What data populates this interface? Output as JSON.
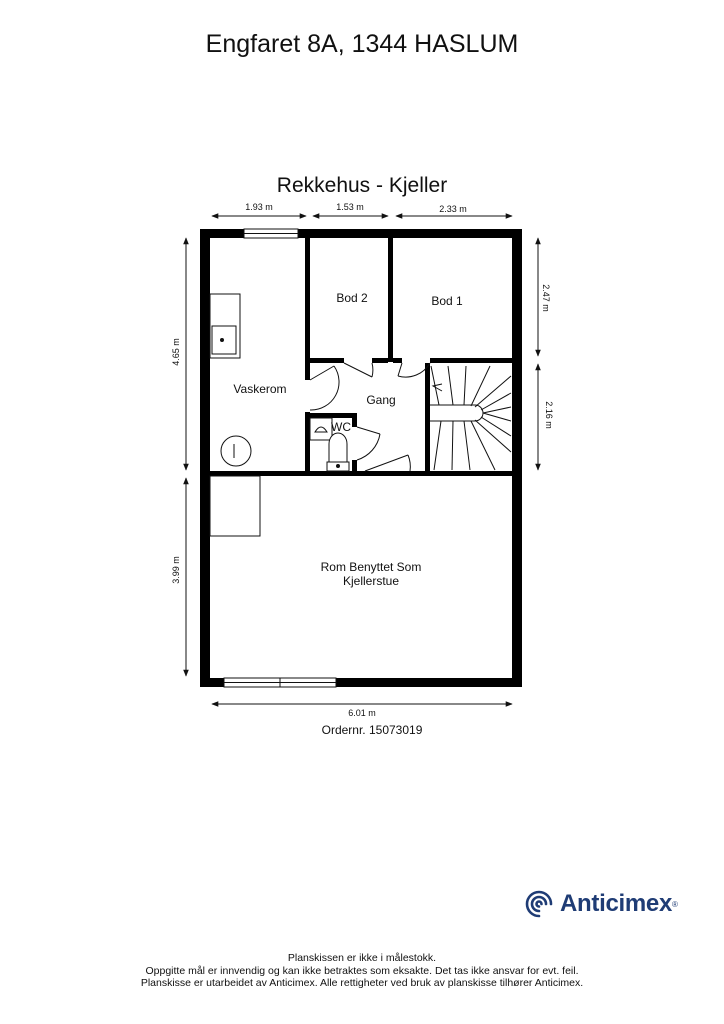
{
  "header": {
    "address": "Engfaret 8A, 1344 HASLUM",
    "plan_title": "Rekkehus - Kjeller"
  },
  "dimensions": {
    "top": [
      "1.93 m",
      "1.53 m",
      "2.33 m"
    ],
    "left": [
      "4.65 m",
      "3.99 m"
    ],
    "right": [
      "2.47 m",
      "2.16 m"
    ],
    "bottom": "6.01 m"
  },
  "rooms": {
    "vaskerom": "Vaskerom",
    "bod2": "Bod 2",
    "bod1": "Bod 1",
    "gang": "Gang",
    "wc": "WC",
    "stue_line1": "Rom Benyttet Som",
    "stue_line2": "Kjellerstue"
  },
  "order": "Ordernr. 15073019",
  "brand": {
    "name": "Anticimex",
    "mark": "®",
    "color": "#1f3c75"
  },
  "disclaimer": [
    "Planskissen er ikke i målestokk.",
    "Oppgitte mål er innvendig og kan ikke betraktes som eksakte. Det tas ikke ansvar for evt. feil.",
    "Planskisse er utarbeidet av Anticimex. Alle rettigheter ved bruk av planskisse tilhører Anticimex."
  ]
}
